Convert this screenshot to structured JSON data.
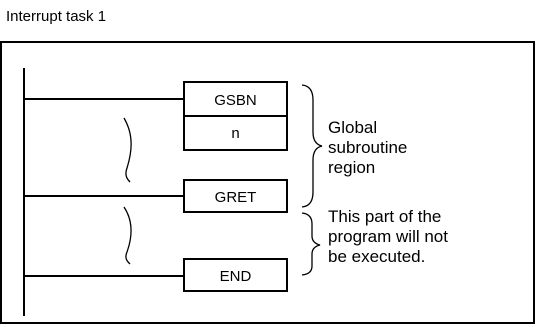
{
  "title": "Interrupt task 1",
  "instructions": {
    "gsbn": "GSBN",
    "operand": "n",
    "gret": "GRET",
    "end": "END"
  },
  "annotations": {
    "global_region": [
      "Global",
      "subroutine",
      "region"
    ],
    "not_executed": [
      "This part of the",
      "program will not",
      "be executed."
    ]
  }
}
